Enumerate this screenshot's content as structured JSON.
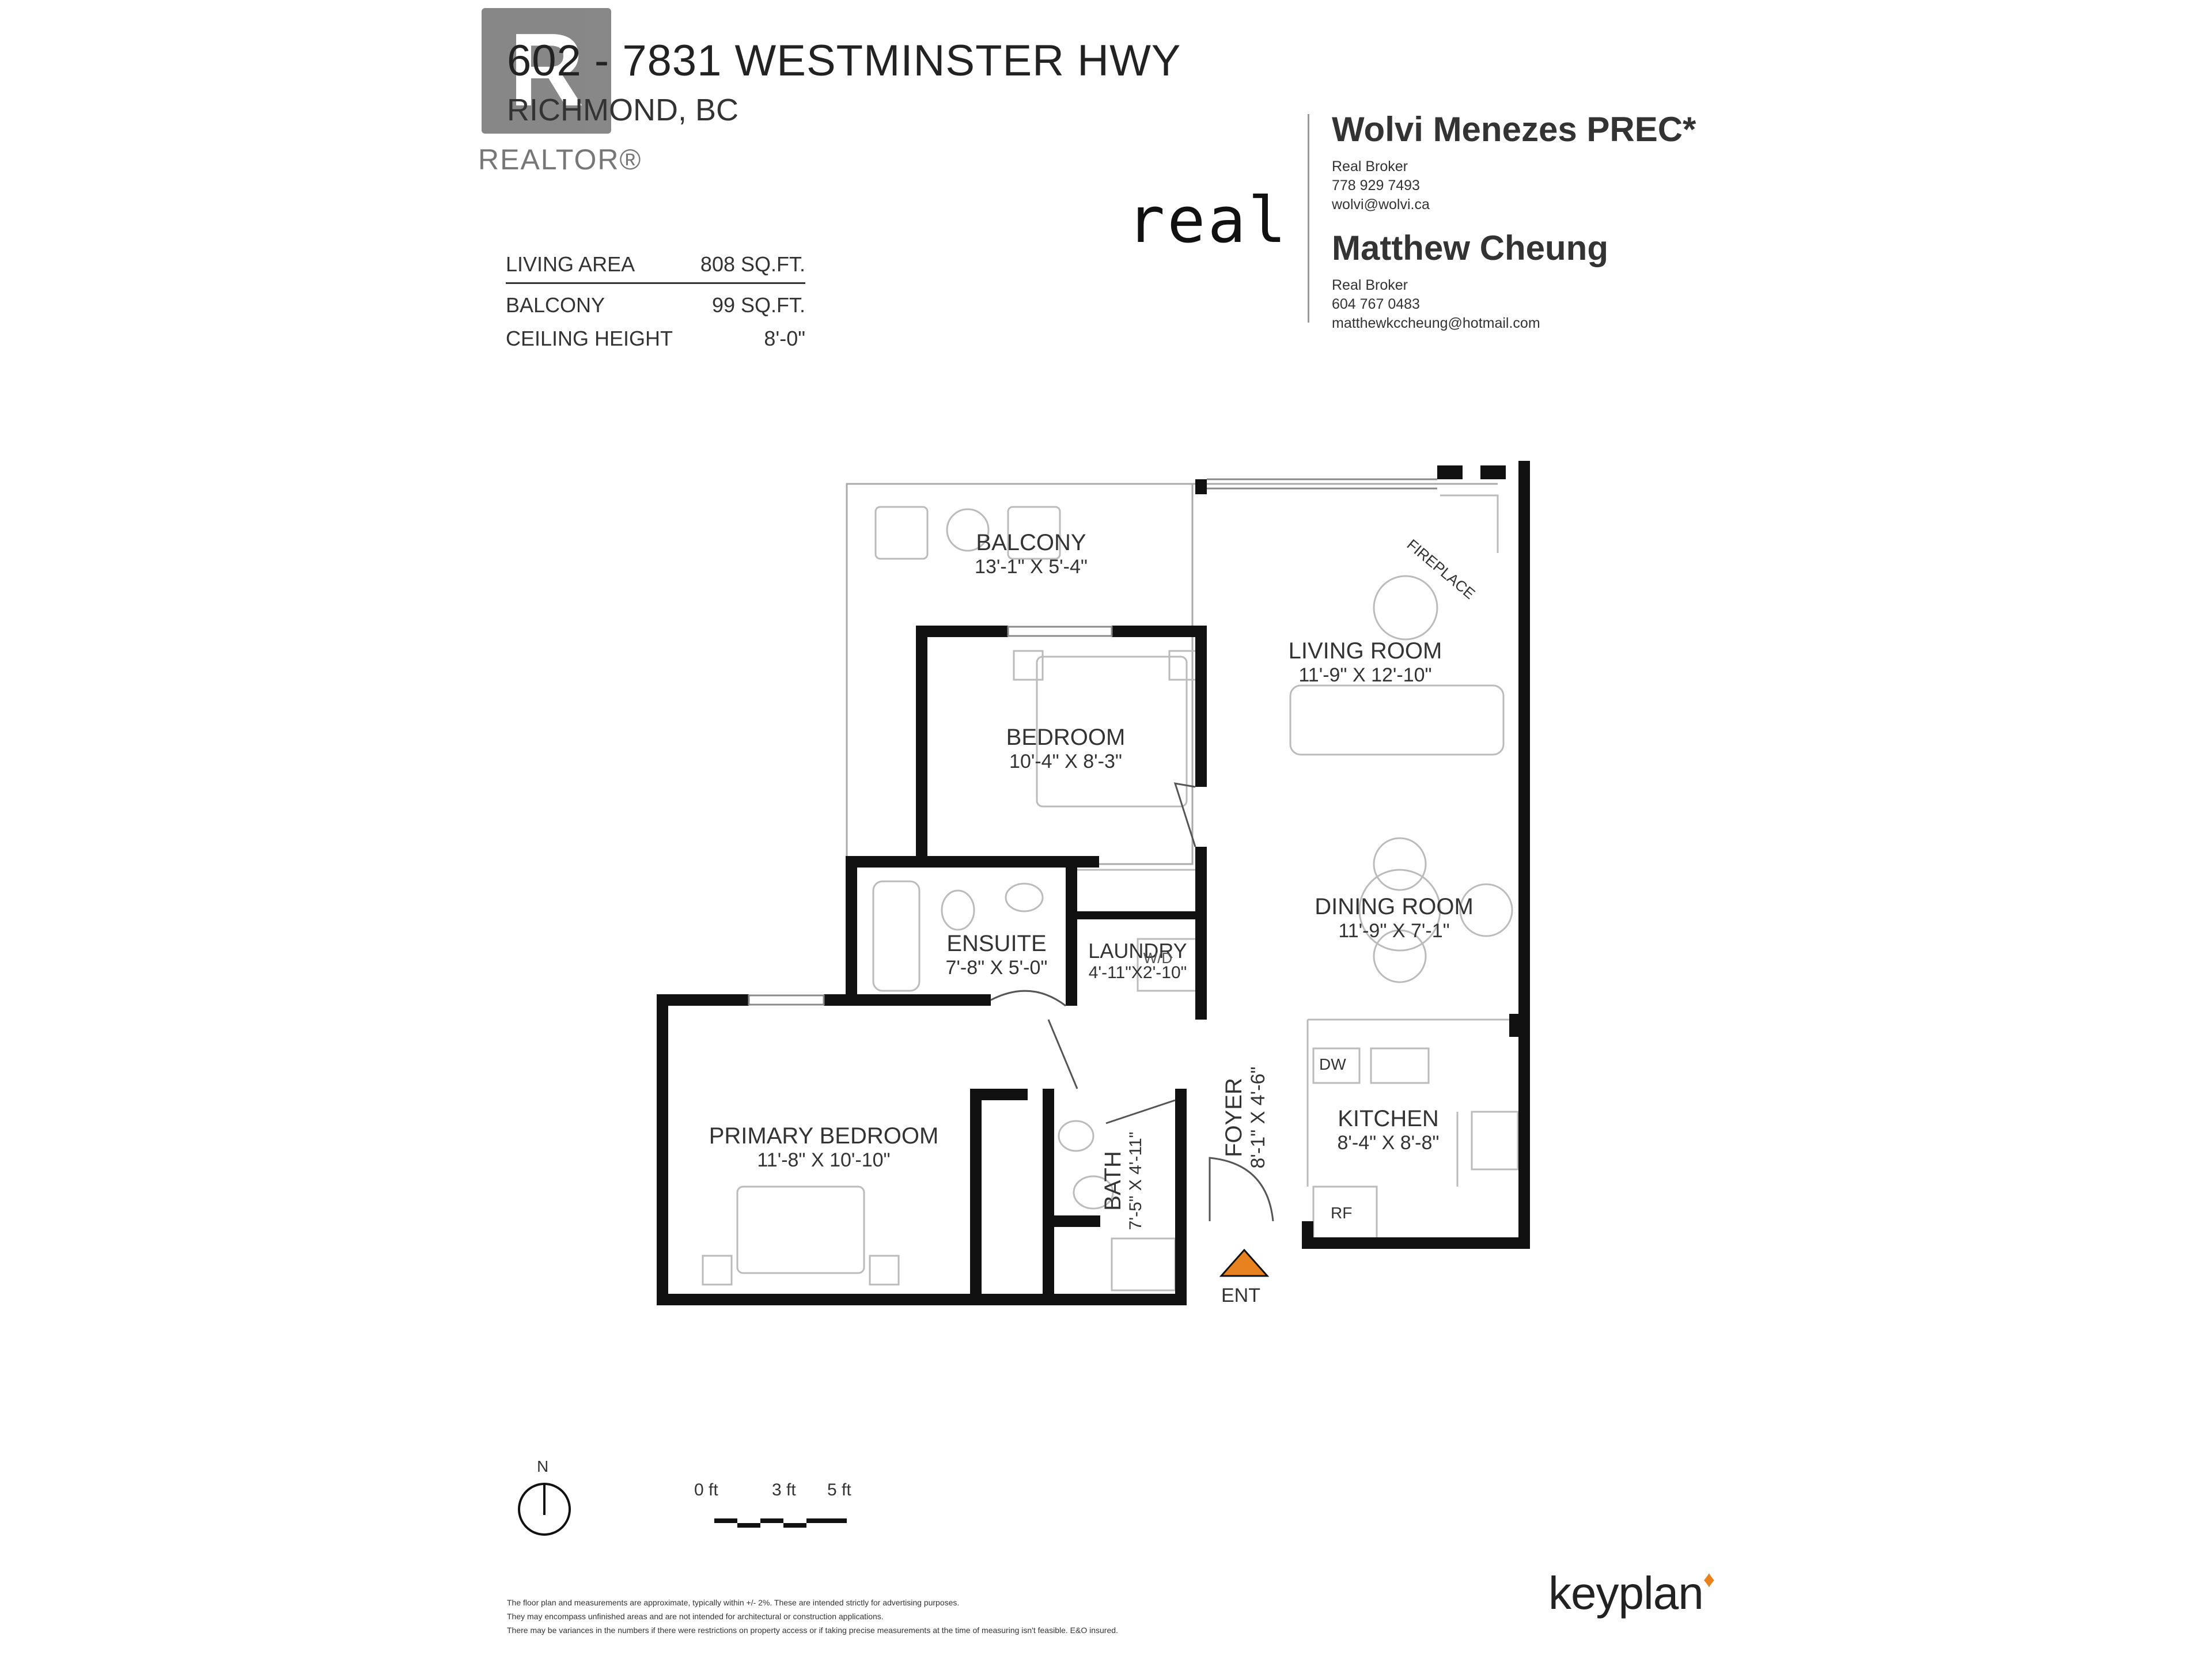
{
  "header": {
    "address": "602 - 7831 WESTMINSTER HWY",
    "city": "RICHMOND, BC",
    "realtor_mark": "R",
    "realtor_label": "REALTOR®"
  },
  "areas": [
    {
      "label": "LIVING AREA",
      "value": "808 SQ.FT."
    },
    {
      "label": "BALCONY",
      "value": "99 SQ.FT."
    },
    {
      "label": "CEILING HEIGHT",
      "value": "8'-0\""
    }
  ],
  "brokerage_logo": "real",
  "agents": [
    {
      "name": "Wolvi Menezes PREC*",
      "title": "Real Broker",
      "phone": "778 929 7493",
      "email": "wolvi@wolvi.ca"
    },
    {
      "name": "Matthew Cheung",
      "title": "Real Broker",
      "phone": "604 767 0483",
      "email": "matthewkccheung@hotmail.com"
    }
  ],
  "rooms": {
    "balcony": {
      "name": "BALCONY",
      "dims": "13'-1\"  X  5'-4\""
    },
    "living": {
      "name": "LIVING ROOM",
      "dims": "11'-9\"  X  12'-10\""
    },
    "bedroom": {
      "name": "BEDROOM",
      "dims": "10'-4\"  X  8'-3\""
    },
    "dining": {
      "name": "DINING ROOM",
      "dims": "11'-9\"  X  7'-1\""
    },
    "ensuite": {
      "name": "ENSUITE",
      "dims": "7'-8\" X 5'-0\""
    },
    "laundry": {
      "name": "LAUNDRY",
      "dims": "4'-11\"X2'-10\""
    },
    "primary": {
      "name": "PRIMARY BEDROOM",
      "dims": "11'-8\"  X  10'-10\""
    },
    "kitchen": {
      "name": "KITCHEN",
      "dims": "8'-4\"  X  8'-8\""
    },
    "foyer": {
      "name": "FOYER",
      "dims": "8'-1\"  X  4'-6\""
    },
    "bath": {
      "name": "BATH",
      "dims": "7'-5\" X 4'-11\""
    }
  },
  "fixtures": {
    "fireplace": "FIREPLACE",
    "dishwasher": "DW",
    "fridge": "RF",
    "washer_dryer": "W/D",
    "entry": "ENT"
  },
  "compass": "N",
  "scale": {
    "labels": [
      "0 ft",
      "3 ft",
      "5 ft"
    ]
  },
  "disclaimer": [
    "The floor plan and measurements are approximate, typically within +/- 2%. These are intended strictly for advertising purposes.",
    "They may encompass unfinished areas and are not intended for architectural or construction applications.",
    "There may be variances in the numbers if there were restrictions on property access or if taking precise measurements at the time of measuring isn't feasible. E&O insured."
  ],
  "footer_logo": "keyplan",
  "colors": {
    "wall": "#111111",
    "entry_marker": "#e8821e",
    "fixture": "#aaaaaa"
  }
}
